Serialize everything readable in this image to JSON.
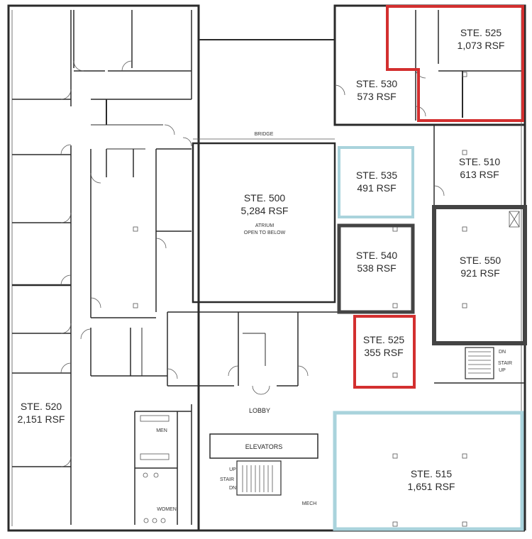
{
  "colors": {
    "highlight_red": "#d32f2f",
    "highlight_blue": "#a9d3dc",
    "highlight_dark": "#444444",
    "wall": "#2a2a2a"
  },
  "suites": {
    "s525_top": {
      "name": "STE. 525",
      "area": "1,073 RSF"
    },
    "s530": {
      "name": "STE. 530",
      "area": "573 RSF"
    },
    "s510": {
      "name": "STE. 510",
      "area": "613 RSF"
    },
    "s535": {
      "name": "STE. 535",
      "area": "491 RSF"
    },
    "s500": {
      "name": "STE. 500",
      "area": "5,284 RSF",
      "note1": "ATRIUM",
      "note2": "OPEN TO BELOW"
    },
    "s540": {
      "name": "STE. 540",
      "area": "538 RSF"
    },
    "s550": {
      "name": "STE. 550",
      "area": "921 RSF"
    },
    "s525_mid": {
      "name": "STE. 525",
      "area": "355 RSF"
    },
    "s520": {
      "name": "STE. 520",
      "area": "2,151 RSF"
    },
    "s515": {
      "name": "STE. 515",
      "area": "1,651 RSF"
    }
  },
  "rooms": {
    "bridge": "BRIDGE",
    "lobby": "LOBBY",
    "men": "MEN",
    "women": "WOMEN",
    "elevators": "ELEVATORS",
    "stair": "STAIR",
    "stair_right": "STAIR",
    "mech": "MECH",
    "up": "UP",
    "dn": "DN",
    "up_right": "UP",
    "dn_right": "DN"
  }
}
